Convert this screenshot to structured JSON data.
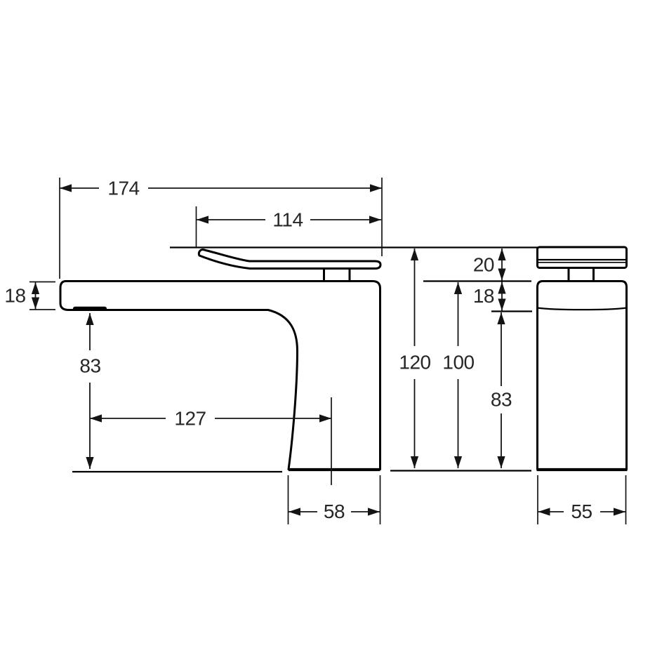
{
  "drawing": {
    "kind": "technical-dimension-drawing",
    "subject": "basin-mixer-tap",
    "line_color": "#000000",
    "text_color": "#262626",
    "background": "#ffffff",
    "views": {
      "front": {
        "overall_width": "174",
        "handle_length": "114",
        "spout_thickness": "18",
        "spout_height": "83",
        "spout_reach": "127",
        "body_depth": "58"
      },
      "side": {
        "overall_height": "120",
        "body_height": "100",
        "handle_gap": "20",
        "top_section_height": "18",
        "lower_body_height": "83",
        "body_width": "55"
      }
    }
  }
}
